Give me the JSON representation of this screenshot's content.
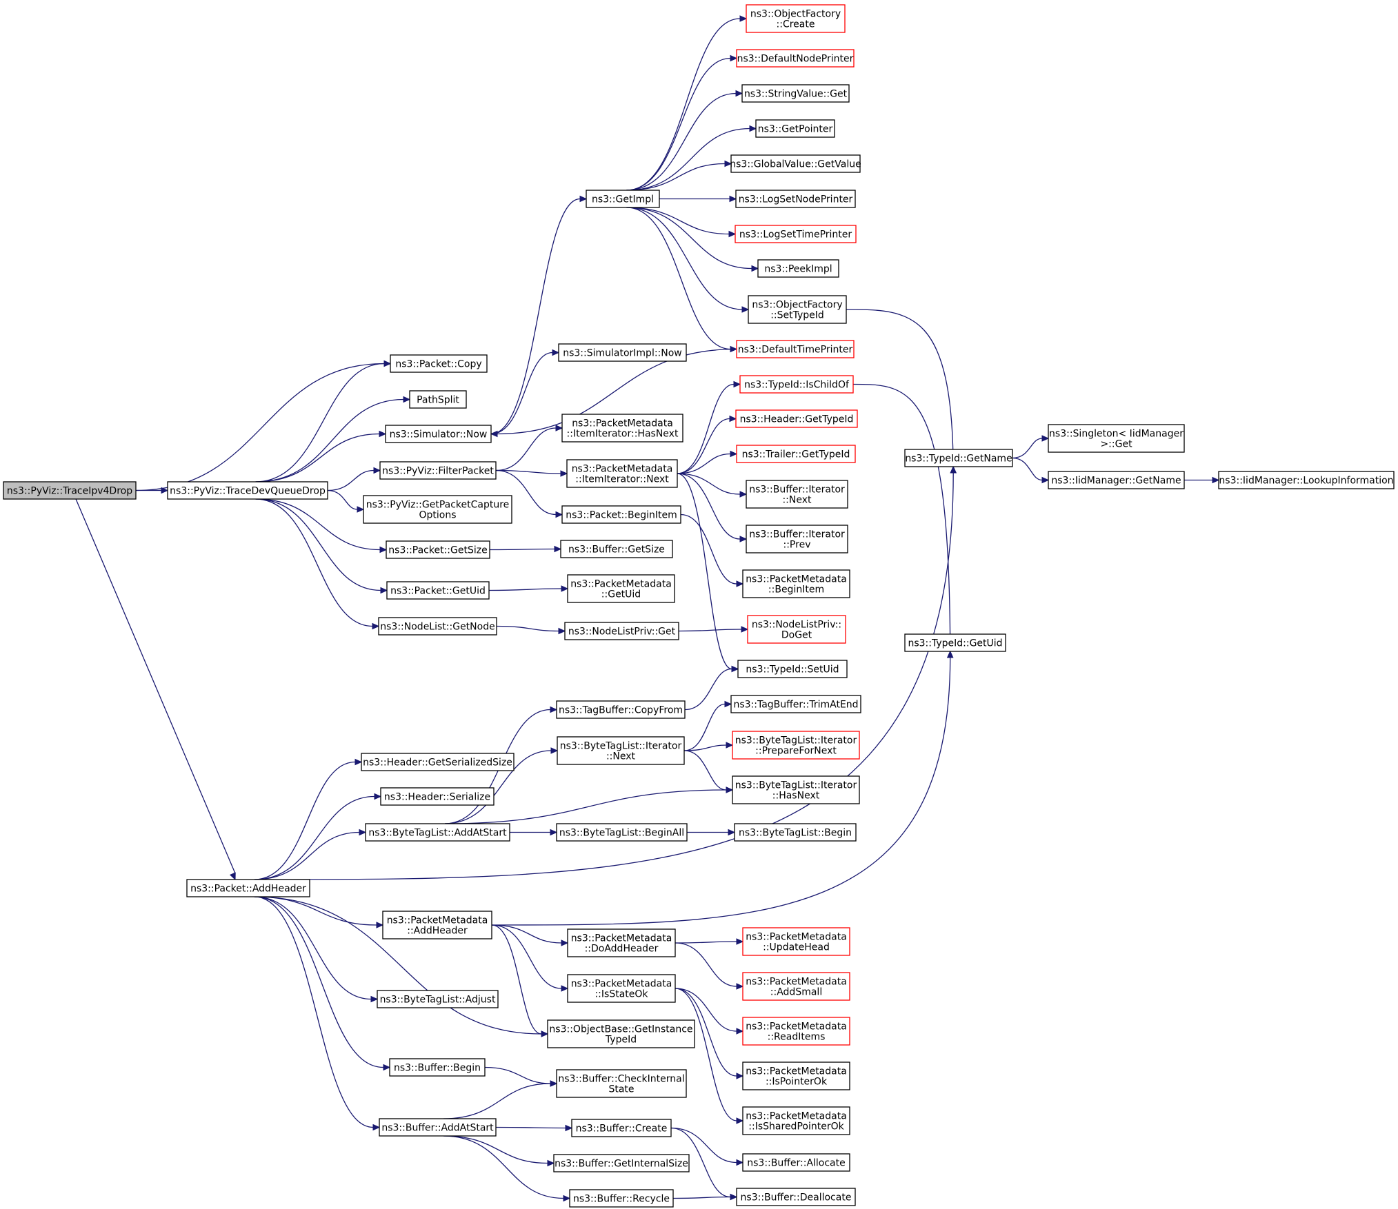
{
  "graph": {
    "title": "ns3::PyViz::TraceIpv4Drop call graph",
    "edge_color": "#191970",
    "node_border": "#000000",
    "truncated_border": "#ff0000",
    "root_fill": "#bfbfbf",
    "nodes": [
      {
        "id": "root",
        "lines": [
          "ns3::PyViz::TraceIpv4Drop"
        ],
        "root": true
      },
      {
        "id": "tdqd",
        "lines": [
          "ns3::PyViz::TraceDevQueueDrop"
        ]
      },
      {
        "id": "addheader",
        "lines": [
          "ns3::Packet::AddHeader"
        ]
      },
      {
        "id": "pcopy",
        "lines": [
          "ns3::Packet::Copy"
        ]
      },
      {
        "id": "pathsplit",
        "lines": [
          "PathSplit"
        ]
      },
      {
        "id": "simnow",
        "lines": [
          "ns3::Simulator::Now"
        ]
      },
      {
        "id": "filterpkt",
        "lines": [
          "ns3::PyViz::FilterPacket"
        ]
      },
      {
        "id": "getpco",
        "lines": [
          "ns3::PyViz::GetPacketCapture",
          "Options"
        ]
      },
      {
        "id": "pgetsize",
        "lines": [
          "ns3::Packet::GetSize"
        ]
      },
      {
        "id": "pgetuid",
        "lines": [
          "ns3::Packet::GetUid"
        ]
      },
      {
        "id": "nlgetnode",
        "lines": [
          "ns3::NodeList::GetNode"
        ]
      },
      {
        "id": "getimpl",
        "lines": [
          "ns3::GetImpl"
        ]
      },
      {
        "id": "simimplnow",
        "lines": [
          "ns3::SimulatorImpl::Now"
        ]
      },
      {
        "id": "pmhasnext",
        "lines": [
          "ns3::PacketMetadata",
          "::ItemIterator::HasNext"
        ]
      },
      {
        "id": "pmnext",
        "lines": [
          "ns3::PacketMetadata",
          "::ItemIterator::Next"
        ]
      },
      {
        "id": "pbeginitem",
        "lines": [
          "ns3::Packet::BeginItem"
        ]
      },
      {
        "id": "bgetsize",
        "lines": [
          "ns3::Buffer::GetSize"
        ]
      },
      {
        "id": "pmgetuid",
        "lines": [
          "ns3::PacketMetadata",
          "::GetUid"
        ]
      },
      {
        "id": "nlpget",
        "lines": [
          "ns3::NodeListPriv::Get"
        ]
      },
      {
        "id": "ofcreate",
        "lines": [
          "ns3::ObjectFactory",
          "::Create"
        ],
        "truncated": true
      },
      {
        "id": "defnodeprinter",
        "lines": [
          "ns3::DefaultNodePrinter"
        ],
        "truncated": true
      },
      {
        "id": "strvalget",
        "lines": [
          "ns3::StringValue::Get"
        ]
      },
      {
        "id": "getpointer",
        "lines": [
          "ns3::GetPointer"
        ]
      },
      {
        "id": "gvgetvalue",
        "lines": [
          "ns3::GlobalValue::GetValue"
        ]
      },
      {
        "id": "logsetnode",
        "lines": [
          "ns3::LogSetNodePrinter"
        ]
      },
      {
        "id": "logsettime",
        "lines": [
          "ns3::LogSetTimePrinter"
        ],
        "truncated": true
      },
      {
        "id": "peekimpl",
        "lines": [
          "ns3::PeekImpl"
        ]
      },
      {
        "id": "ofsettypeid",
        "lines": [
          "ns3::ObjectFactory",
          "::SetTypeId"
        ]
      },
      {
        "id": "deftimeprinter",
        "lines": [
          "ns3::DefaultTimePrinter"
        ],
        "truncated": true
      },
      {
        "id": "tidischild",
        "lines": [
          "ns3::TypeId::IsChildOf"
        ],
        "truncated": true
      },
      {
        "id": "hdrgettypeid",
        "lines": [
          "ns3::Header::GetTypeId"
        ],
        "truncated": true
      },
      {
        "id": "trlgettypeid",
        "lines": [
          "ns3::Trailer::GetTypeId"
        ],
        "truncated": true
      },
      {
        "id": "bitnext",
        "lines": [
          "ns3::Buffer::Iterator",
          "::Next"
        ]
      },
      {
        "id": "bitprev",
        "lines": [
          "ns3::Buffer::Iterator",
          "::Prev"
        ]
      },
      {
        "id": "pmbeginitem",
        "lines": [
          "ns3::PacketMetadata",
          "::BeginItem"
        ]
      },
      {
        "id": "nlpdoget",
        "lines": [
          "ns3::NodeListPriv::",
          "DoGet"
        ],
        "truncated": true
      },
      {
        "id": "tidsetuid",
        "lines": [
          "ns3::TypeId::SetUid"
        ]
      },
      {
        "id": "tidgetname",
        "lines": [
          "ns3::TypeId::GetName"
        ]
      },
      {
        "id": "tidgetuid",
        "lines": [
          "ns3::TypeId::GetUid"
        ]
      },
      {
        "id": "singletonget",
        "lines": [
          "ns3::Singleton< IidManager",
          ">::Get"
        ]
      },
      {
        "id": "iidgetname",
        "lines": [
          "ns3::IidManager::GetName"
        ]
      },
      {
        "id": "iidlookup",
        "lines": [
          "ns3::IidManager::LookupInformation"
        ]
      },
      {
        "id": "hdrgetser",
        "lines": [
          "ns3::Header::GetSerializedSize"
        ]
      },
      {
        "id": "hdrser",
        "lines": [
          "ns3::Header::Serialize"
        ]
      },
      {
        "id": "btladdatstart",
        "lines": [
          "ns3::ByteTagList::AddAtStart"
        ]
      },
      {
        "id": "pmaddheader",
        "lines": [
          "ns3::PacketMetadata",
          "::AddHeader"
        ]
      },
      {
        "id": "btladjust",
        "lines": [
          "ns3::ByteTagList::Adjust"
        ]
      },
      {
        "id": "bbegin",
        "lines": [
          "ns3::Buffer::Begin"
        ]
      },
      {
        "id": "baddatstart",
        "lines": [
          "ns3::Buffer::AddAtStart"
        ]
      },
      {
        "id": "tbcopyfrom",
        "lines": [
          "ns3::TagBuffer::CopyFrom"
        ]
      },
      {
        "id": "btlitnext",
        "lines": [
          "ns3::ByteTagList::Iterator",
          "::Next"
        ]
      },
      {
        "id": "btlbeginall",
        "lines": [
          "ns3::ByteTagList::BeginAll"
        ]
      },
      {
        "id": "pmdoaddheader",
        "lines": [
          "ns3::PacketMetadata",
          "::DoAddHeader"
        ]
      },
      {
        "id": "pmisstateok",
        "lines": [
          "ns3::PacketMetadata",
          "::IsStateOk"
        ]
      },
      {
        "id": "obgetinsttid",
        "lines": [
          "ns3::ObjectBase::GetInstance",
          "TypeId"
        ]
      },
      {
        "id": "bcheckint",
        "lines": [
          "ns3::Buffer::CheckInternal",
          "State"
        ]
      },
      {
        "id": "bcreate",
        "lines": [
          "ns3::Buffer::Create"
        ]
      },
      {
        "id": "bgetintsize",
        "lines": [
          "ns3::Buffer::GetInternalSize"
        ]
      },
      {
        "id": "brecycle",
        "lines": [
          "ns3::Buffer::Recycle"
        ]
      },
      {
        "id": "tbtrimatend",
        "lines": [
          "ns3::TagBuffer::TrimAtEnd"
        ]
      },
      {
        "id": "btlitprep",
        "lines": [
          "ns3::ByteTagList::Iterator",
          "::PrepareForNext"
        ],
        "truncated": true
      },
      {
        "id": "btlithasnext",
        "lines": [
          "ns3::ByteTagList::Iterator",
          "::HasNext"
        ]
      },
      {
        "id": "btlbegin",
        "lines": [
          "ns3::ByteTagList::Begin"
        ]
      },
      {
        "id": "pmupdatehead",
        "lines": [
          "ns3::PacketMetadata",
          "::UpdateHead"
        ],
        "truncated": true
      },
      {
        "id": "pmaddsmall",
        "lines": [
          "ns3::PacketMetadata",
          "::AddSmall"
        ],
        "truncated": true
      },
      {
        "id": "pmreaditems",
        "lines": [
          "ns3::PacketMetadata",
          "::ReadItems"
        ],
        "truncated": true
      },
      {
        "id": "pmisptrok",
        "lines": [
          "ns3::PacketMetadata",
          "::IsPointerOk"
        ]
      },
      {
        "id": "pmisshptrok",
        "lines": [
          "ns3::PacketMetadata",
          "::IsSharedPointerOk"
        ]
      },
      {
        "id": "ballocate",
        "lines": [
          "ns3::Buffer::Allocate"
        ]
      },
      {
        "id": "bdealloc",
        "lines": [
          "ns3::Buffer::Deallocate"
        ]
      }
    ],
    "edges": [
      [
        "root",
        "tdqd"
      ],
      [
        "root",
        "pcopy"
      ],
      [
        "root",
        "addheader"
      ],
      [
        "tdqd",
        "pcopy"
      ],
      [
        "tdqd",
        "pathsplit"
      ],
      [
        "tdqd",
        "simnow"
      ],
      [
        "tdqd",
        "filterpkt"
      ],
      [
        "tdqd",
        "getpco"
      ],
      [
        "tdqd",
        "pgetsize"
      ],
      [
        "tdqd",
        "pgetuid"
      ],
      [
        "tdqd",
        "nlgetnode"
      ],
      [
        "simnow",
        "getimpl"
      ],
      [
        "simnow",
        "simimplnow"
      ],
      [
        "getimpl",
        "ofcreate"
      ],
      [
        "getimpl",
        "defnodeprinter"
      ],
      [
        "getimpl",
        "strvalget"
      ],
      [
        "getimpl",
        "getpointer"
      ],
      [
        "getimpl",
        "gvgetvalue"
      ],
      [
        "getimpl",
        "logsetnode"
      ],
      [
        "getimpl",
        "logsettime"
      ],
      [
        "getimpl",
        "peekimpl"
      ],
      [
        "getimpl",
        "ofsettypeid"
      ],
      [
        "getimpl",
        "deftimeprinter"
      ],
      [
        "deftimeprinter",
        "simnow"
      ],
      [
        "ofsettypeid",
        "tidgetname"
      ],
      [
        "filterpkt",
        "pmhasnext"
      ],
      [
        "filterpkt",
        "pmnext"
      ],
      [
        "filterpkt",
        "pbeginitem"
      ],
      [
        "pmnext",
        "tidischild"
      ],
      [
        "pmnext",
        "hdrgettypeid"
      ],
      [
        "pmnext",
        "trlgettypeid"
      ],
      [
        "pmnext",
        "bitnext"
      ],
      [
        "pmnext",
        "bitprev"
      ],
      [
        "pmnext",
        "tidsetuid"
      ],
      [
        "tidischild",
        "tidgetuid"
      ],
      [
        "pbeginitem",
        "pmbeginitem"
      ],
      [
        "pgetsize",
        "bgetsize"
      ],
      [
        "pgetuid",
        "pmgetuid"
      ],
      [
        "nlgetnode",
        "nlpget"
      ],
      [
        "nlpget",
        "nlpdoget"
      ],
      [
        "tidgetname",
        "singletonget"
      ],
      [
        "tidgetname",
        "iidgetname"
      ],
      [
        "iidgetname",
        "iidlookup"
      ],
      [
        "addheader",
        "hdrgetser"
      ],
      [
        "addheader",
        "hdrser"
      ],
      [
        "addheader",
        "btladdatstart"
      ],
      [
        "addheader",
        "tidgetname"
      ],
      [
        "addheader",
        "pmaddheader"
      ],
      [
        "addheader",
        "obgetinsttid"
      ],
      [
        "addheader",
        "btladjust"
      ],
      [
        "addheader",
        "bbegin"
      ],
      [
        "addheader",
        "baddatstart"
      ],
      [
        "btladdatstart",
        "tbcopyfrom"
      ],
      [
        "btladdatstart",
        "btlitnext"
      ],
      [
        "btladdatstart",
        "btlithasnext"
      ],
      [
        "btladdatstart",
        "btlbeginall"
      ],
      [
        "tbcopyfrom",
        "tidsetuid"
      ],
      [
        "btlitnext",
        "tbtrimatend"
      ],
      [
        "btlitnext",
        "btlitprep"
      ],
      [
        "btlitnext",
        "btlithasnext"
      ],
      [
        "btlbeginall",
        "btlbegin"
      ],
      [
        "pmaddheader",
        "tidgetuid"
      ],
      [
        "pmaddheader",
        "pmdoaddheader"
      ],
      [
        "pmaddheader",
        "pmisstateok"
      ],
      [
        "pmaddheader",
        "obgetinsttid"
      ],
      [
        "pmdoaddheader",
        "pmupdatehead"
      ],
      [
        "pmdoaddheader",
        "pmaddsmall"
      ],
      [
        "pmisstateok",
        "pmreaditems"
      ],
      [
        "pmisstateok",
        "pmisptrok"
      ],
      [
        "pmisstateok",
        "pmisshptrok"
      ],
      [
        "bbegin",
        "bcheckint"
      ],
      [
        "baddatstart",
        "bcheckint"
      ],
      [
        "baddatstart",
        "bcreate"
      ],
      [
        "baddatstart",
        "bgetintsize"
      ],
      [
        "baddatstart",
        "brecycle"
      ],
      [
        "bcreate",
        "ballocate"
      ],
      [
        "bcreate",
        "bdealloc"
      ],
      [
        "brecycle",
        "bdealloc"
      ]
    ]
  }
}
